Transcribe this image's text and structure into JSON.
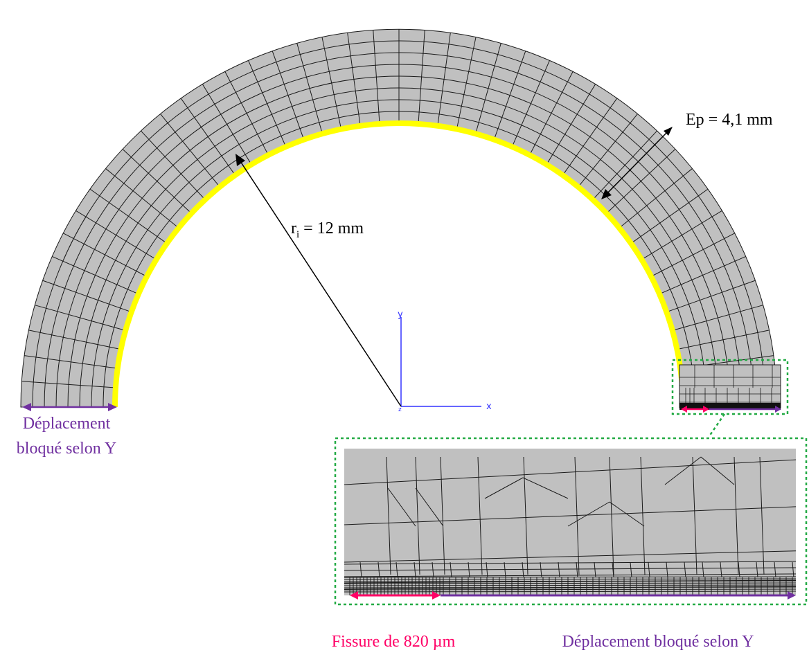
{
  "labels": {
    "thickness": "Ep = 4,1 mm",
    "radius_symbol": "r",
    "radius_subscript": "i",
    "radius_value": " = 12 mm",
    "left_bc_line1": "Déplacement",
    "left_bc_line2": "bloqué selon Y",
    "crack": "Fissure de 820 µm",
    "right_bc": "Déplacement bloqué selon Y"
  },
  "axes": {
    "x": "x",
    "y": "y",
    "z": "z"
  },
  "colors": {
    "mesh_fill": "#c0c0c0",
    "mesh_line": "#1a1a1a",
    "inner_edge": "#ffff00",
    "boundary_arrow": "#7030a0",
    "crack_arrow": "#ff0066",
    "zoom_box": "#22aa44",
    "axis": "#3333ff",
    "label_bc": "#7030a0",
    "label_crack": "#ff0066"
  }
}
